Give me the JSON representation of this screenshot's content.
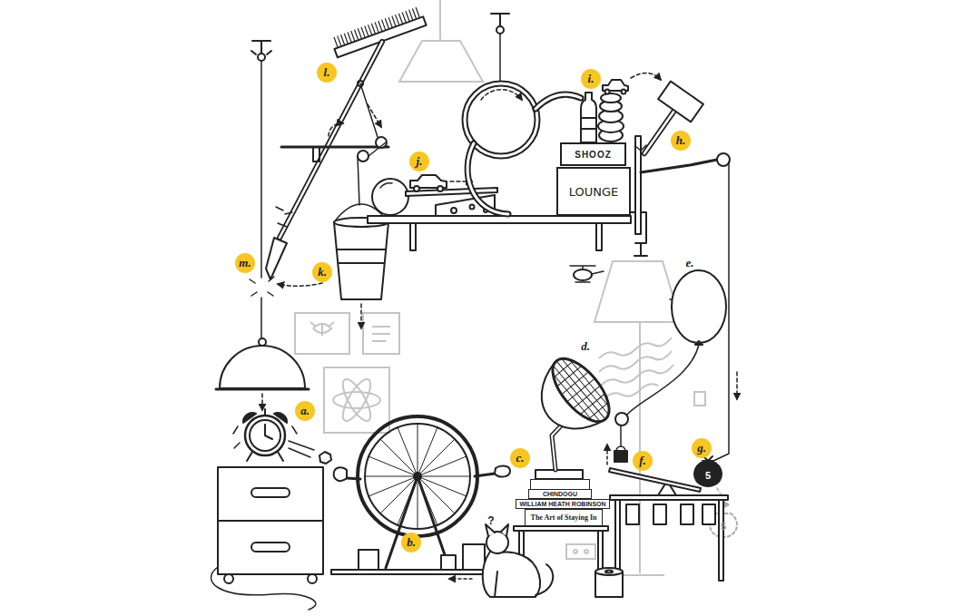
{
  "diagram": {
    "nodes": [
      {
        "text": [
          "SHOOZ"
        ]
      },
      {
        "text": [
          "LOUNGE"
        ]
      },
      {
        "text": [
          "CHINDOGU"
        ]
      },
      {
        "text": [
          "WILLIAM HEATH ROBINSON"
        ]
      },
      {
        "text": [
          "The Art of Staying In"
        ]
      }
    ],
    "labels": [
      "l.",
      "i.",
      "h.",
      "j.",
      "m.",
      "k.",
      "e.",
      "d.",
      "a.",
      "c.",
      "f.",
      "g.",
      "5",
      "?",
      "b.",
      "5"
    ]
  }
}
